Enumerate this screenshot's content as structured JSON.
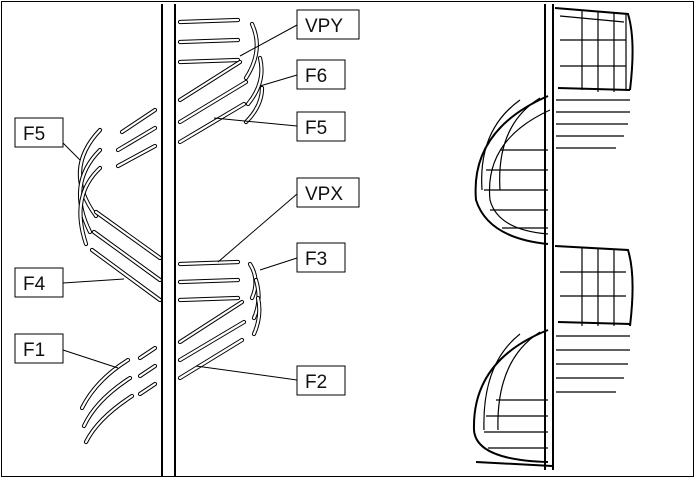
{
  "labels": {
    "vpy": "VPY",
    "f6": "F6",
    "f5_right": "F5",
    "f5_left": "F5",
    "vpx": "VPX",
    "f3": "F3",
    "f4": "F4",
    "f1": "F1",
    "f2": "F2"
  },
  "colors": {
    "line": "#000000",
    "background": "#ffffff"
  }
}
